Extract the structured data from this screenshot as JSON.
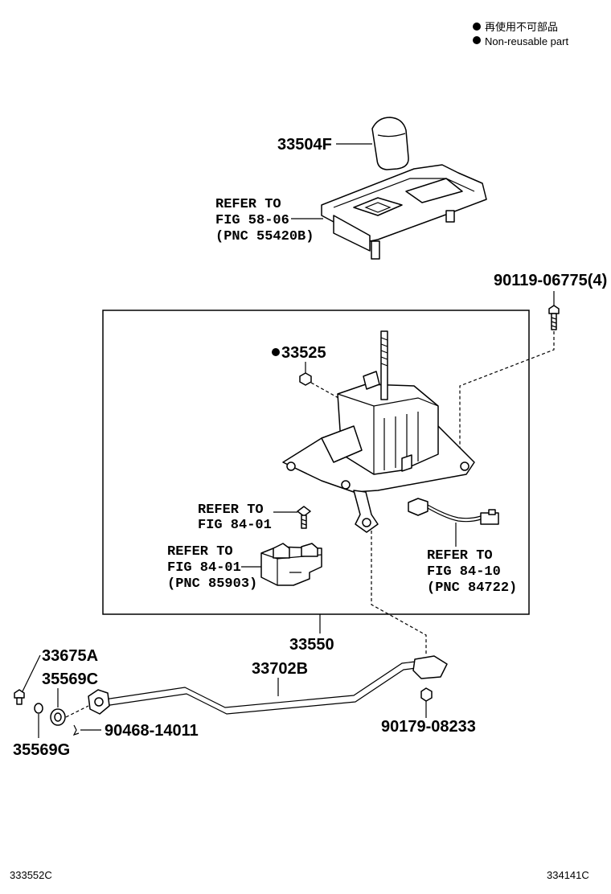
{
  "legend": {
    "jp_text": "再使用不可部品",
    "en_text": "Non-reusable part"
  },
  "parts": {
    "knob": "33504F",
    "bolt_top": "90119-06775(4)",
    "nut_nonreusable": "33525",
    "assembly": "33550",
    "cable": "33702B",
    "bolt_left": "33675A",
    "bushing": "35569C",
    "washer": "35569G",
    "clip": "90468-14011",
    "nut_cable": "90179-08233"
  },
  "refs": {
    "console": [
      "REFER TO",
      "FIG 58-06",
      "(PNC 55420B)"
    ],
    "screw": [
      "REFER TO",
      "FIG 84-01"
    ],
    "switch": [
      "REFER TO",
      "FIG 84-01",
      "(PNC 85903)"
    ],
    "harness": [
      "REFER TO",
      "FIG 84-10",
      "(PNC 84722)"
    ]
  },
  "footer": {
    "left_code": "333552C",
    "right_code": "334141C"
  },
  "markers": {
    "nonreusable_symbol": "filled-circle"
  }
}
